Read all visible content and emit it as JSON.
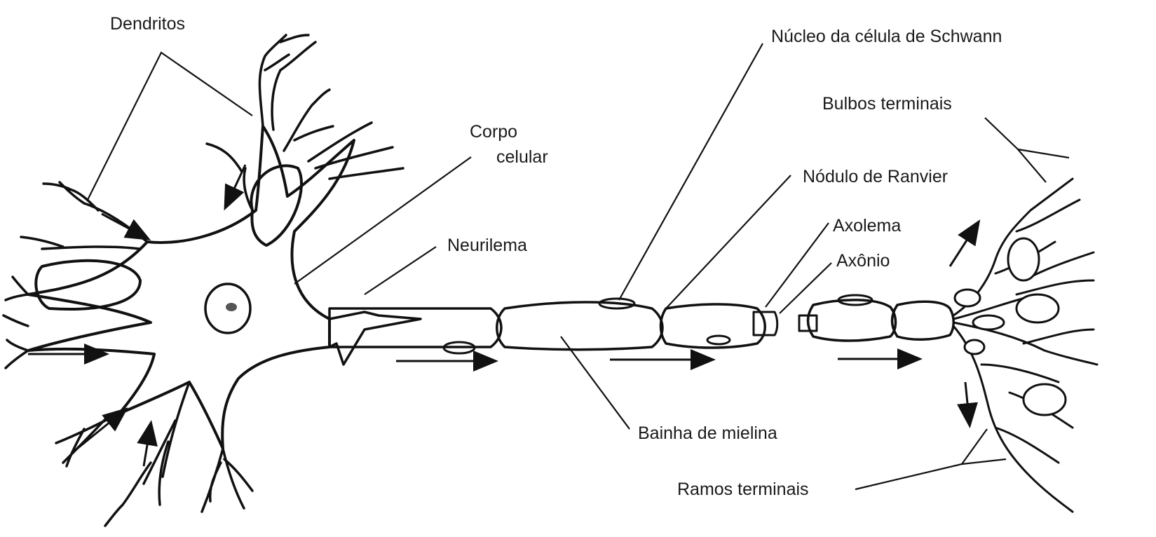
{
  "labels": {
    "dendritos": "Dendritos",
    "corpo_celular_1": "Corpo",
    "corpo_celular_2": "celular",
    "neurilema": "Neurilema",
    "nucleo_schwann": "Núcleo da célula de Schwann",
    "bulbos_terminais": "Bulbos terminais",
    "nodulo_ranvier": "Nódulo de Ranvier",
    "axolema": "Axolema",
    "axonio": "Axônio",
    "bainha_mielina": "Bainha de mielina",
    "ramos_terminais": "Ramos terminais"
  },
  "colors": {
    "ink": "#111111",
    "background": "#ffffff"
  }
}
